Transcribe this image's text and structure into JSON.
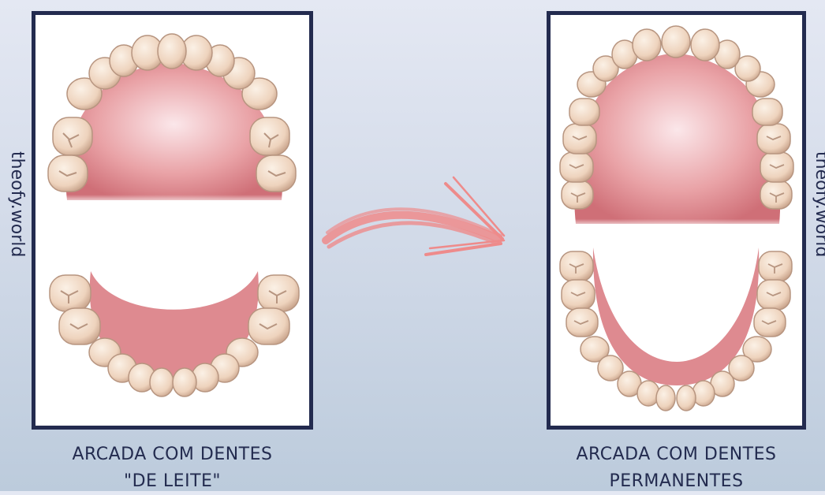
{
  "watermark": "theofy.world",
  "panels": [
    {
      "caption_line1": "ARCADA COM DENTES",
      "caption_line2": "\"DE LEITE\""
    },
    {
      "caption_line1": "ARCADA COM DENTES",
      "caption_line2": "PERMANENTES"
    }
  ],
  "colors": {
    "frame": "#232b4f",
    "text": "#232b4f",
    "arrow": "#ee8b8b",
    "gum": "#d9787e",
    "tooth": "#f3dcc8"
  }
}
